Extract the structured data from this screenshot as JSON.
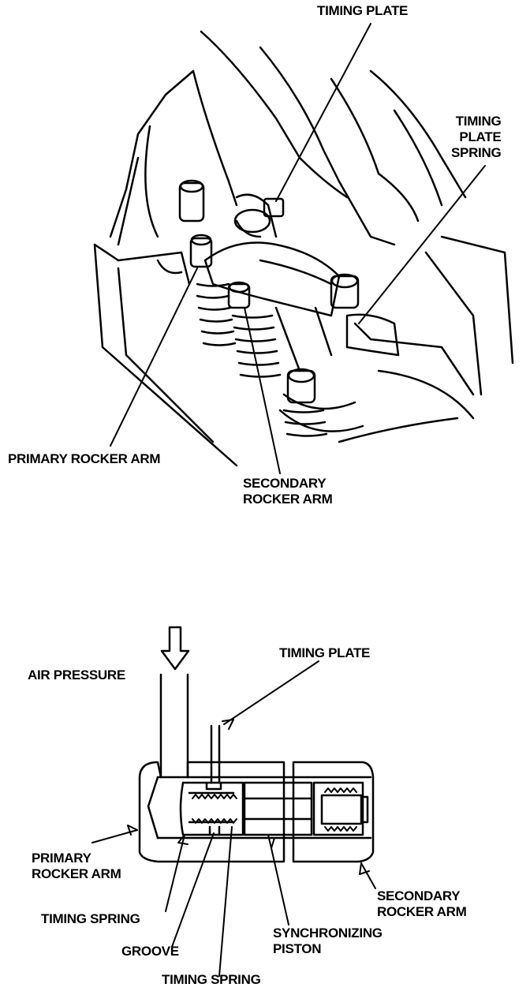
{
  "top_figure": {
    "labels": {
      "timing_plate": "TIMING PLATE",
      "timing_plate_spring": [
        "TIMING",
        "PLATE",
        "SPRING"
      ],
      "primary_rocker_arm": "PRIMARY ROCKER ARM",
      "secondary_rocker_arm": [
        "SECONDARY",
        "ROCKER ARM"
      ]
    }
  },
  "bottom_figure": {
    "labels": {
      "timing_plate": "TIMING PLATE",
      "air_pressure": "AIR PRESSURE",
      "primary_rocker_arm": [
        "PRIMARY",
        "ROCKER ARM"
      ],
      "secondary_rocker_arm": [
        "SECONDARY",
        "ROCKER ARM"
      ],
      "timing_spring_1": "TIMING SPRING",
      "groove": "GROOVE",
      "timing_spring_2": "TIMING SPRING",
      "synchronizing_piston": [
        "SYNCHRONIZING",
        "PISTON"
      ]
    }
  },
  "colors": {
    "ink": "#000000",
    "paper": "#ffffff"
  }
}
